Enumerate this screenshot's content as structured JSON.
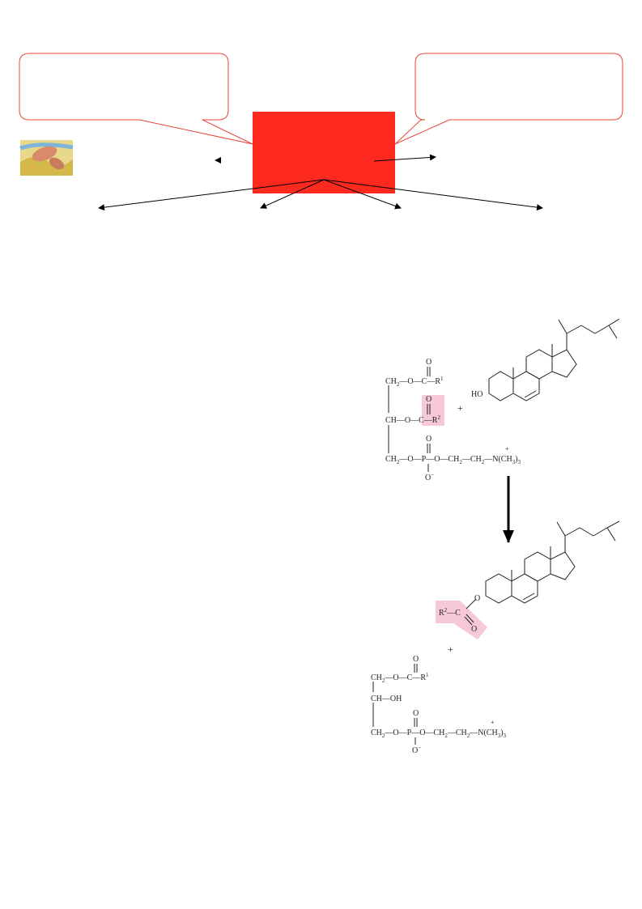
{
  "diagram": {
    "center_box": {
      "label": "",
      "color": "#ff2a1f"
    },
    "left_callout": {
      "text": "",
      "border_color": "#e8453a"
    },
    "right_callout": {
      "text": "",
      "border_color": "#e8453a"
    },
    "thumbnail": {
      "icon": "membrane-photo-icon"
    },
    "arrow_color": "#000000"
  },
  "reaction": {
    "reactant_phospholipid": {
      "row1": [
        "CH",
        "2",
        "—O—",
        "C",
        "—R",
        "1"
      ],
      "row2": [
        "CH—O—",
        "C",
        "—R",
        "2"
      ],
      "row3": [
        "CH",
        "2",
        "—O—",
        "P",
        "—O—CH",
        "2",
        "—CH",
        "2",
        "—",
        "N",
        "(CH",
        "3",
        ")",
        "3"
      ],
      "carbonyl_o": "O",
      "phosphate_o_top": "O",
      "phosphate_o_bottom": "O",
      "minus": "−",
      "plus_charge": "+"
    },
    "plus_sign": "+",
    "cholesterol_ho": "HO",
    "ester_group": [
      "R",
      "2",
      "—C",
      "O"
    ],
    "ester_link_o": "O",
    "product_plus": "+",
    "product_lysolecithin": {
      "row1": [
        "CH",
        "2",
        "—O—",
        "C",
        "—R",
        "1"
      ],
      "row2": "CH—OH",
      "row3": [
        "CH",
        "2",
        "—O—",
        "P",
        "—O—CH",
        "2",
        "—CH",
        "2",
        "—",
        "N",
        "(CH",
        "3",
        ")",
        "3"
      ]
    },
    "highlight_color": "#f7c9d6"
  }
}
